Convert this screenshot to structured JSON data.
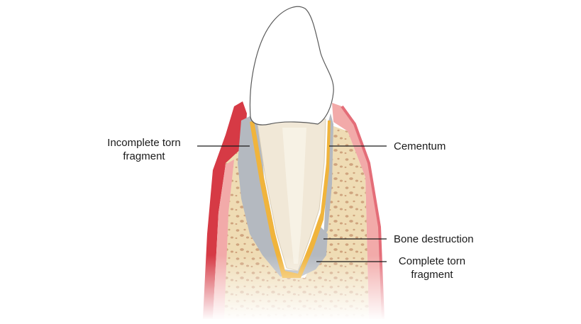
{
  "labels": {
    "incomplete_torn_fragment": [
      "Incomplete torn",
      "fragment"
    ],
    "cementum": "Cementum",
    "bone_destruction": "Bone destruction",
    "complete_torn_fragment": [
      "Complete torn",
      "fragment"
    ]
  },
  "colors": {
    "crown": "#ffffff",
    "root": "#f1e8d7",
    "pulp": "#e8dcc4",
    "cementum": "#f0b43c",
    "torn_fragment": "#b4b9c0",
    "bone": "#efdcb4",
    "bone_pores": "#cfa47e",
    "gingiva_outer": "#d63a45",
    "gingiva_inner": "#f2aaa9",
    "leader_line": "#1a1a1a"
  }
}
